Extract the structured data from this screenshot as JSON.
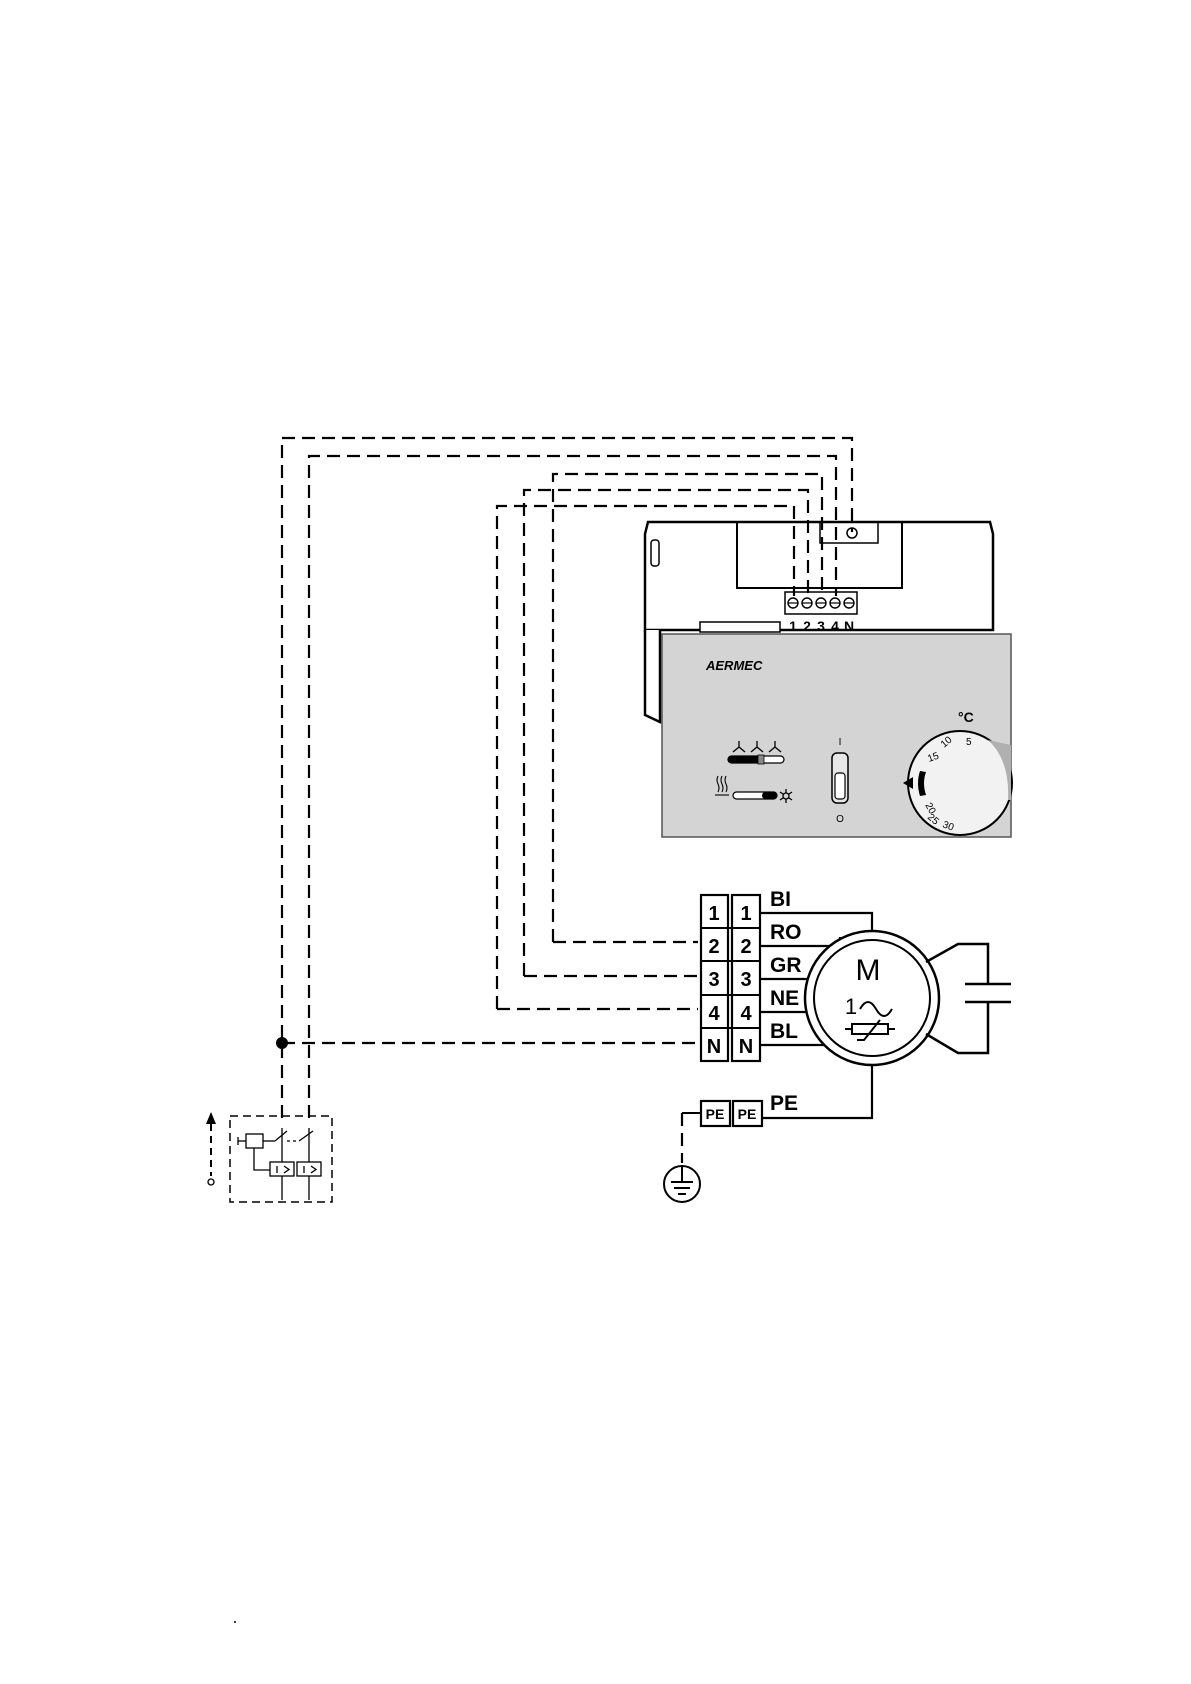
{
  "thermostat": {
    "brand_logo": "AERMEC",
    "terminal_labels": [
      "1",
      "2",
      "3",
      "4",
      "N"
    ],
    "dial_unit": "°C",
    "dial_scale": [
      "5",
      "10",
      "15",
      "20",
      "25",
      "30"
    ],
    "switch_on_label": "I",
    "switch_off_label": "O"
  },
  "terminal_block": {
    "rows": [
      {
        "left": "1",
        "right": "1",
        "wire": "BI"
      },
      {
        "left": "2",
        "right": "2",
        "wire": "RO"
      },
      {
        "left": "3",
        "right": "3",
        "wire": "GR"
      },
      {
        "left": "4",
        "right": "4",
        "wire": "NE"
      },
      {
        "left": "N",
        "right": "N",
        "wire": "BL"
      }
    ]
  },
  "ground_block": {
    "left": "PE",
    "right": "PE",
    "wire": "PE"
  },
  "motor": {
    "symbol": "M",
    "phase": "1"
  },
  "colors": {
    "line": "#000000",
    "panel": "#d4d4d4",
    "panel_edge": "#555555",
    "dial": "#f2f2f2"
  }
}
